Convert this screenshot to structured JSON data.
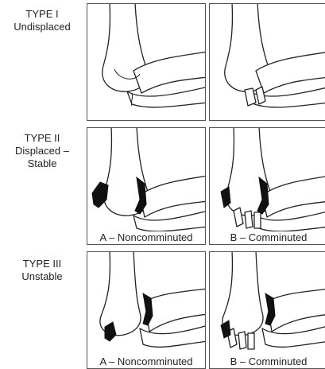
{
  "rows": [
    {
      "type": "TYPE I",
      "desc_lines": [
        "Undisplaced"
      ]
    },
    {
      "type": "TYPE II",
      "desc_lines": [
        "Displaced –",
        "Stable"
      ]
    },
    {
      "type": "TYPE III",
      "desc_lines": [
        "Unstable"
      ]
    }
  ],
  "captions": {
    "a": "A – Noncomminuted",
    "b": "B – Comminuted"
  }
}
